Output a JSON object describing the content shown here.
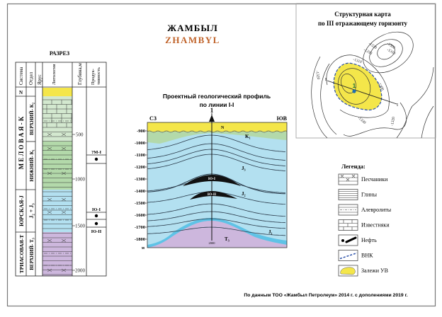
{
  "title": {
    "ru": "ЖАМБЫЛ",
    "en": "ZHAMBYL"
  },
  "colors": {
    "yellow": "#f4e64a",
    "green_light": "#d3e8cf",
    "green": "#b3d9aa",
    "blue": "#b3e0f0",
    "purple": "#cdb7dd",
    "title_en": "#c0632a",
    "owc": "#2a4fa8"
  },
  "section": {
    "title": "РАЗРЕЗ",
    "headers": [
      "Система",
      "Отдел",
      "Ярус",
      "Литология",
      "Глубина,м",
      "Продук-",
      "тивность"
    ],
    "systems": [
      "N",
      "М Е Л О В А Я - К",
      "ЮРСКАЯ-J",
      "ТРИАСОВАЯ-Т"
    ],
    "series": [
      "ВЕРХНИЙ- К₂",
      "НИЖНИЙ- К₁",
      "J₂ + J₃",
      "ВЕРХНИЙ- Т₃"
    ],
    "depths": [
      "500",
      "1000",
      "1500",
      "2000"
    ],
    "productive": [
      "?М-I",
      "Ю-I",
      "Ю-II"
    ]
  },
  "profile": {
    "title_line1": "Проектный геологический профиль",
    "title_line2": "по линии I-I",
    "well": "1",
    "left_dir": "СЗ",
    "right_dir": "ЮВ",
    "depth_ticks": [
      "-900",
      "-1000",
      "-1100",
      "-1200",
      "-1300",
      "-1400",
      "-1500",
      "-1600",
      "-1700",
      "-1800"
    ],
    "unit": "м",
    "layers": {
      "n": "N",
      "k1": "K₁",
      "j3": "J₃",
      "j2": "J₂",
      "j1": "J₁",
      "t3": "T₃"
    },
    "reservoirs": [
      "Ю-I",
      "Ю-II"
    ],
    "well_depth": "2000"
  },
  "map": {
    "title_line1": "Структурная карта",
    "title_line2": "по III отражающему горизонту",
    "well": "1",
    "line_ends": [
      "I",
      "I"
    ],
    "contours": [
      "-1300",
      "-1310",
      "-1320",
      "-1330",
      "-1310",
      "-1320",
      "-1300",
      "-1330",
      "-1320"
    ]
  },
  "legend": {
    "title": "Легенда:",
    "items": [
      "Песчаники",
      "Глины",
      "Алевролиты",
      "Известняки",
      "Нефть",
      "ВНК",
      "Залежи УВ"
    ]
  },
  "footer": "По данным ТОО «Жамбыл Петролеум» 2014 г. с дополениями 2019 г."
}
